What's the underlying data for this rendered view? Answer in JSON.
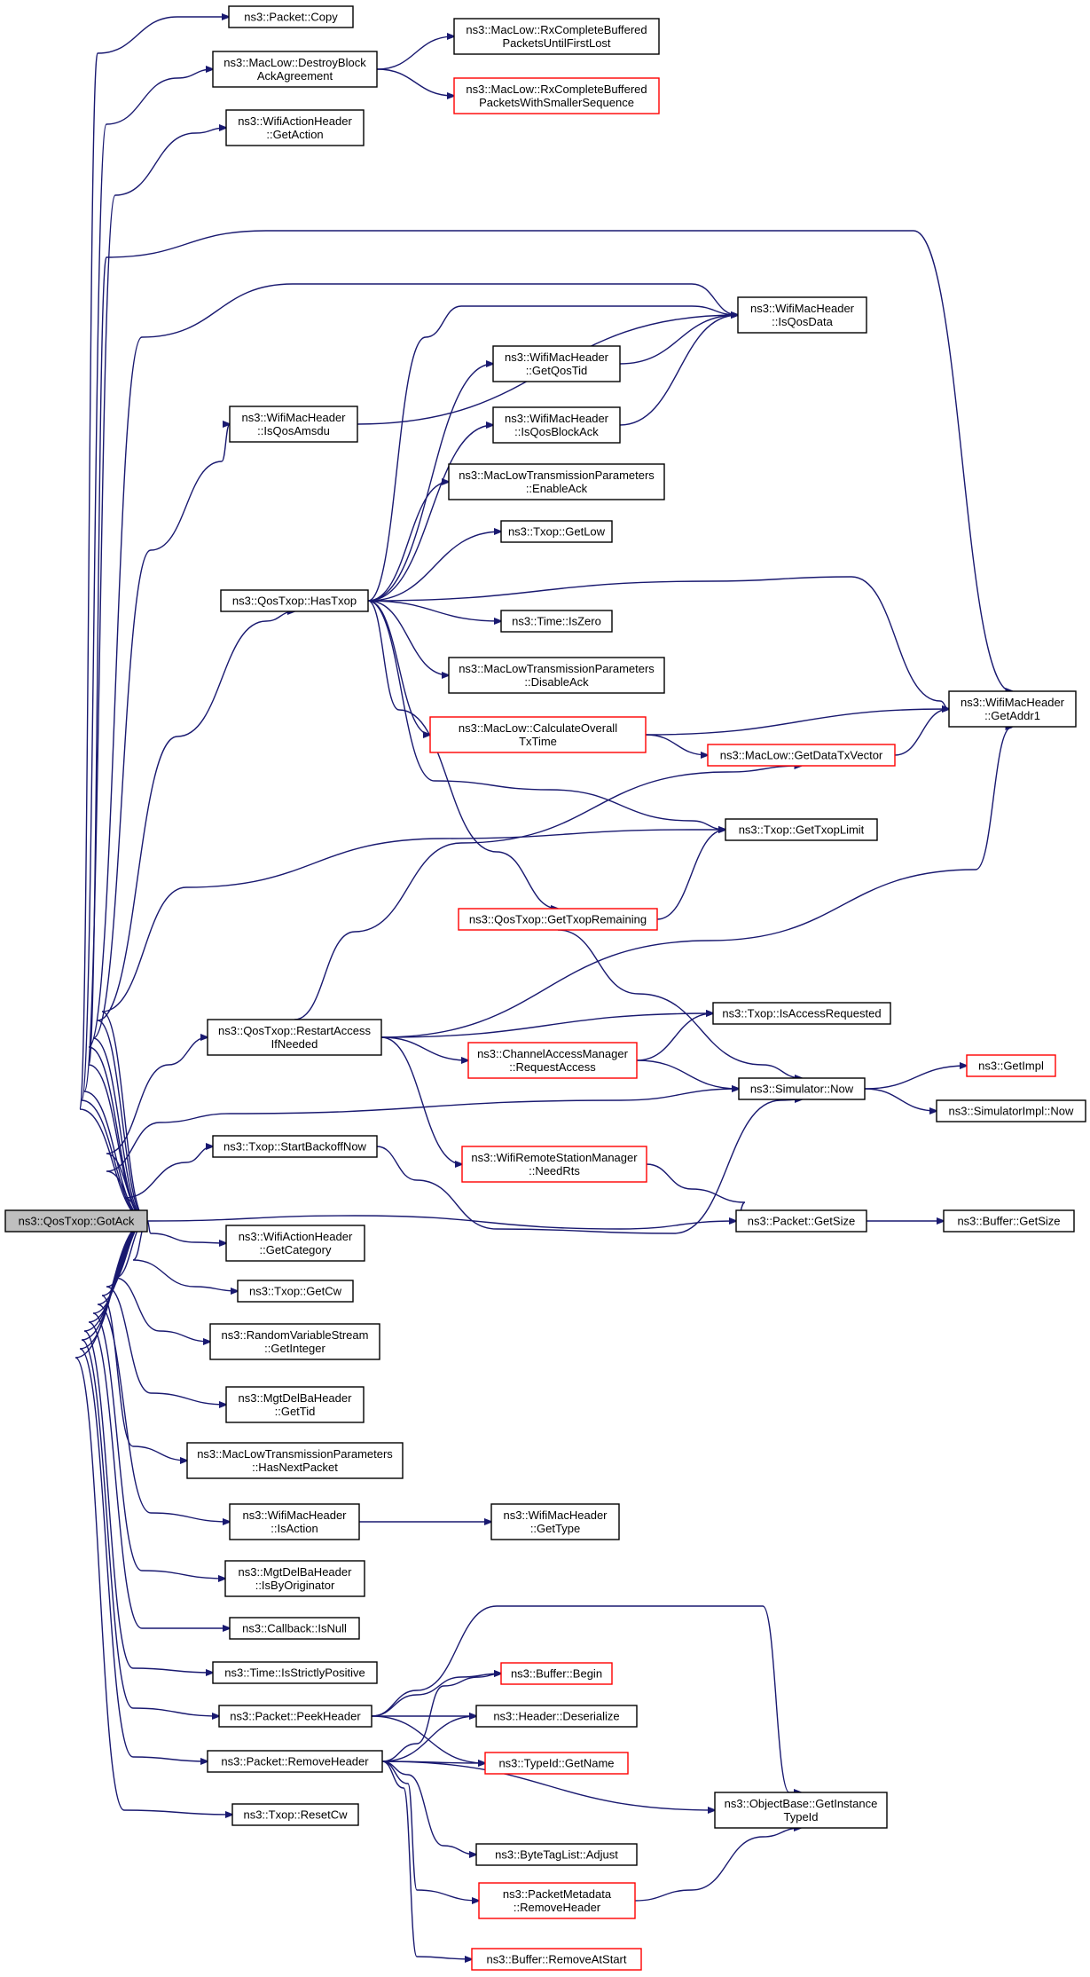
{
  "nodes": [
    {
      "id": "gotack",
      "lines": [
        "ns3::QosTxop::GotAck"
      ],
      "style": "root"
    },
    {
      "id": "copy",
      "lines": [
        "ns3::Packet::Copy"
      ],
      "style": "black"
    },
    {
      "id": "destroyba",
      "lines": [
        "ns3::MacLow::DestroyBlock",
        "AckAgreement"
      ],
      "style": "black"
    },
    {
      "id": "rxfirstlost",
      "lines": [
        "ns3::MacLow::RxCompleteBuffered",
        "PacketsUntilFirstLost"
      ],
      "style": "black"
    },
    {
      "id": "rxsmaller",
      "lines": [
        "ns3::MacLow::RxCompleteBuffered",
        "PacketsWithSmallerSequence"
      ],
      "style": "red"
    },
    {
      "id": "getaction",
      "lines": [
        "ns3::WifiActionHeader",
        "::GetAction"
      ],
      "style": "black"
    },
    {
      "id": "isqosdata",
      "lines": [
        "ns3::WifiMacHeader",
        "::IsQosData"
      ],
      "style": "black"
    },
    {
      "id": "getqostid",
      "lines": [
        "ns3::WifiMacHeader",
        "::GetQosTid"
      ],
      "style": "black"
    },
    {
      "id": "isqosamsdu",
      "lines": [
        "ns3::WifiMacHeader",
        "::IsQosAmsdu"
      ],
      "style": "black"
    },
    {
      "id": "isqosblockack",
      "lines": [
        "ns3::WifiMacHeader",
        "::IsQosBlockAck"
      ],
      "style": "black"
    },
    {
      "id": "enableack",
      "lines": [
        "ns3::MacLowTransmissionParameters",
        "::EnableAck"
      ],
      "style": "black"
    },
    {
      "id": "getlow",
      "lines": [
        "ns3::Txop::GetLow"
      ],
      "style": "black"
    },
    {
      "id": "hastxop",
      "lines": [
        "ns3::QosTxop::HasTxop"
      ],
      "style": "black"
    },
    {
      "id": "iszero",
      "lines": [
        "ns3::Time::IsZero"
      ],
      "style": "black"
    },
    {
      "id": "disableack",
      "lines": [
        "ns3::MacLowTransmissionParameters",
        "::DisableAck"
      ],
      "style": "black"
    },
    {
      "id": "getaddr1",
      "lines": [
        "ns3::WifiMacHeader",
        "::GetAddr1"
      ],
      "style": "black"
    },
    {
      "id": "calcoverall",
      "lines": [
        "ns3::MacLow::CalculateOverall",
        "TxTime"
      ],
      "style": "red"
    },
    {
      "id": "getdatatxvector",
      "lines": [
        "ns3::MacLow::GetDataTxVector"
      ],
      "style": "red"
    },
    {
      "id": "gettxoplimit",
      "lines": [
        "ns3::Txop::GetTxopLimit"
      ],
      "style": "black"
    },
    {
      "id": "gettxopremaining",
      "lines": [
        "ns3::QosTxop::GetTxopRemaining"
      ],
      "style": "red"
    },
    {
      "id": "isaccessrequested",
      "lines": [
        "ns3::Txop::IsAccessRequested"
      ],
      "style": "black"
    },
    {
      "id": "restartaccess",
      "lines": [
        "ns3::QosTxop::RestartAccess",
        "IfNeeded"
      ],
      "style": "black"
    },
    {
      "id": "requestaccess",
      "lines": [
        "ns3::ChannelAccessManager",
        "::RequestAccess"
      ],
      "style": "red"
    },
    {
      "id": "getimpl",
      "lines": [
        "ns3::GetImpl"
      ],
      "style": "red"
    },
    {
      "id": "simnow",
      "lines": [
        "ns3::Simulator::Now"
      ],
      "style": "black"
    },
    {
      "id": "simimplnow",
      "lines": [
        "ns3::SimulatorImpl::Now"
      ],
      "style": "black"
    },
    {
      "id": "startbackoff",
      "lines": [
        "ns3::Txop::StartBackoffNow"
      ],
      "style": "black"
    },
    {
      "id": "needrts",
      "lines": [
        "ns3::WifiRemoteStationManager",
        "::NeedRts"
      ],
      "style": "red"
    },
    {
      "id": "getsize",
      "lines": [
        "ns3::Packet::GetSize"
      ],
      "style": "black"
    },
    {
      "id": "buffergetsize",
      "lines": [
        "ns3::Buffer::GetSize"
      ],
      "style": "black"
    },
    {
      "id": "getcategory",
      "lines": [
        "ns3::WifiActionHeader",
        "::GetCategory"
      ],
      "style": "black"
    },
    {
      "id": "getcw",
      "lines": [
        "ns3::Txop::GetCw"
      ],
      "style": "black"
    },
    {
      "id": "getinteger",
      "lines": [
        "ns3::RandomVariableStream",
        "::GetInteger"
      ],
      "style": "black"
    },
    {
      "id": "gettid",
      "lines": [
        "ns3::MgtDelBaHeader",
        "::GetTid"
      ],
      "style": "black"
    },
    {
      "id": "hasnextpacket",
      "lines": [
        "ns3::MacLowTransmissionParameters",
        "::HasNextPacket"
      ],
      "style": "black"
    },
    {
      "id": "isaction",
      "lines": [
        "ns3::WifiMacHeader",
        "::IsAction"
      ],
      "style": "black"
    },
    {
      "id": "gettype",
      "lines": [
        "ns3::WifiMacHeader",
        "::GetType"
      ],
      "style": "black"
    },
    {
      "id": "isbyoriginator",
      "lines": [
        "ns3::MgtDelBaHeader",
        "::IsByOriginator"
      ],
      "style": "black"
    },
    {
      "id": "isnull",
      "lines": [
        "ns3::Callback::IsNull"
      ],
      "style": "black"
    },
    {
      "id": "isstrictlypositive",
      "lines": [
        "ns3::Time::IsStrictlyPositive"
      ],
      "style": "black"
    },
    {
      "id": "bufferbegin",
      "lines": [
        "ns3::Buffer::Begin"
      ],
      "style": "red"
    },
    {
      "id": "peekheader",
      "lines": [
        "ns3::Packet::PeekHeader"
      ],
      "style": "black"
    },
    {
      "id": "deserialize",
      "lines": [
        "ns3::Header::Deserialize"
      ],
      "style": "black"
    },
    {
      "id": "removeheader",
      "lines": [
        "ns3::Packet::RemoveHeader"
      ],
      "style": "black"
    },
    {
      "id": "typeidgetname",
      "lines": [
        "ns3::TypeId::GetName"
      ],
      "style": "red"
    },
    {
      "id": "getinstancetypeid",
      "lines": [
        "ns3::ObjectBase::GetInstance",
        "TypeId"
      ],
      "style": "black"
    },
    {
      "id": "resetcw",
      "lines": [
        "ns3::Txop::ResetCw"
      ],
      "style": "black"
    },
    {
      "id": "adjust",
      "lines": [
        "ns3::ByteTagList::Adjust"
      ],
      "style": "black"
    },
    {
      "id": "pmremoveheader",
      "lines": [
        "ns3::PacketMetadata",
        "::RemoveHeader"
      ],
      "style": "red"
    },
    {
      "id": "removeatstart",
      "lines": [
        "ns3::Buffer::RemoveAtStart"
      ],
      "style": "red"
    }
  ],
  "edges": [
    [
      "gotack",
      "copy"
    ],
    [
      "gotack",
      "destroyba"
    ],
    [
      "gotack",
      "getaction"
    ],
    [
      "gotack",
      "getaddr1"
    ],
    [
      "gotack",
      "isqosdata"
    ],
    [
      "gotack",
      "isqosamsdu"
    ],
    [
      "gotack",
      "hastxop"
    ],
    [
      "gotack",
      "gettxoplimit"
    ],
    [
      "gotack",
      "restartaccess"
    ],
    [
      "gotack",
      "simnow"
    ],
    [
      "gotack",
      "startbackoff"
    ],
    [
      "gotack",
      "getsize"
    ],
    [
      "gotack",
      "getcategory"
    ],
    [
      "gotack",
      "getcw"
    ],
    [
      "gotack",
      "getinteger"
    ],
    [
      "gotack",
      "gettid"
    ],
    [
      "gotack",
      "hasnextpacket"
    ],
    [
      "gotack",
      "isaction"
    ],
    [
      "gotack",
      "isbyoriginator"
    ],
    [
      "gotack",
      "isnull"
    ],
    [
      "gotack",
      "isstrictlypositive"
    ],
    [
      "gotack",
      "peekheader"
    ],
    [
      "gotack",
      "removeheader"
    ],
    [
      "gotack",
      "resetcw"
    ],
    [
      "destroyba",
      "rxfirstlost"
    ],
    [
      "destroyba",
      "rxsmaller"
    ],
    [
      "isqosamsdu",
      "isqosdata"
    ],
    [
      "hastxop",
      "isqosdata"
    ],
    [
      "hastxop",
      "getqostid"
    ],
    [
      "hastxop",
      "isqosblockack"
    ],
    [
      "hastxop",
      "enableack"
    ],
    [
      "hastxop",
      "getlow"
    ],
    [
      "hastxop",
      "getaddr1"
    ],
    [
      "hastxop",
      "iszero"
    ],
    [
      "hastxop",
      "disableack"
    ],
    [
      "hastxop",
      "calcoverall"
    ],
    [
      "hastxop",
      "gettxoplimit"
    ],
    [
      "hastxop",
      "gettxopremaining"
    ],
    [
      "getqostid",
      "isqosdata"
    ],
    [
      "isqosblockack",
      "isqosdata"
    ],
    [
      "calcoverall",
      "getaddr1"
    ],
    [
      "calcoverall",
      "getdatatxvector"
    ],
    [
      "getdatatxvector",
      "getaddr1"
    ],
    [
      "gettxopremaining",
      "gettxoplimit"
    ],
    [
      "gettxopremaining",
      "simnow"
    ],
    [
      "restartaccess",
      "getdatatxvector"
    ],
    [
      "restartaccess",
      "getaddr1"
    ],
    [
      "restartaccess",
      "isaccessrequested"
    ],
    [
      "restartaccess",
      "requestaccess"
    ],
    [
      "restartaccess",
      "needrts"
    ],
    [
      "requestaccess",
      "isaccessrequested"
    ],
    [
      "requestaccess",
      "simnow"
    ],
    [
      "simnow",
      "getimpl"
    ],
    [
      "simnow",
      "simimplnow"
    ],
    [
      "startbackoff",
      "simnow"
    ],
    [
      "needrts",
      "getsize"
    ],
    [
      "getsize",
      "buffergetsize"
    ],
    [
      "isaction",
      "gettype"
    ],
    [
      "peekheader",
      "getinstancetypeid"
    ],
    [
      "peekheader",
      "bufferbegin"
    ],
    [
      "peekheader",
      "deserialize"
    ],
    [
      "peekheader",
      "typeidgetname"
    ],
    [
      "removeheader",
      "bufferbegin"
    ],
    [
      "removeheader",
      "deserialize"
    ],
    [
      "removeheader",
      "typeidgetname"
    ],
    [
      "removeheader",
      "getinstancetypeid"
    ],
    [
      "removeheader",
      "adjust"
    ],
    [
      "removeheader",
      "pmremoveheader"
    ],
    [
      "removeheader",
      "removeatstart"
    ],
    [
      "pmremoveheader",
      "getinstancetypeid"
    ]
  ]
}
